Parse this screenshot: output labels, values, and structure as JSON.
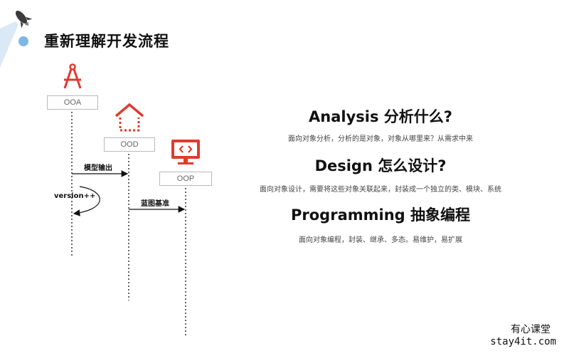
{
  "slide": {
    "title": "重新理解开发流程"
  },
  "phases": [
    {
      "label": "OOA",
      "icon": "compass-icon"
    },
    {
      "label": "OOD",
      "icon": "house-icon"
    },
    {
      "label": "OOP",
      "icon": "code-monitor-icon"
    }
  ],
  "flow": {
    "arrow_model_output": "模型输出",
    "arrow_version": "version++",
    "arrow_blueprint": "蓝图基准"
  },
  "sections": [
    {
      "heading": "Analysis 分析什么?",
      "desc": "面向对象分析，分析的是对象，对象从哪里来？从需求中来"
    },
    {
      "heading": "Design 怎么设计?",
      "desc": "面向对象设计，需要将这些对象关联起来，封装成一个独立的类、模块、系统"
    },
    {
      "heading": "Programming 抽象编程",
      "desc": "面向对象编程，封装、继承、多态。易维护，易扩展"
    }
  ],
  "brand": {
    "name": "有心课堂",
    "url": "stay4it.com"
  },
  "colors": {
    "accent_red": "#e03b2e",
    "bullet_blue": "#7eb7e6",
    "beam_blue": "#d6e6f5"
  }
}
